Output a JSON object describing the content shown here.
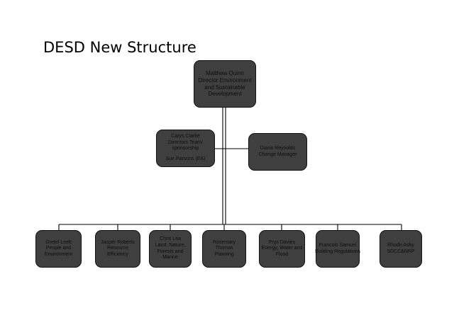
{
  "page": {
    "title": "DESD New Structure"
  },
  "colors": {
    "box_fill": "#3f3f3f",
    "box_border": "#111111",
    "text": "#0c0c0c",
    "connector": "#000000"
  },
  "director": {
    "lines": [
      "Matthew Quinn",
      "Director Environment",
      "and Sustainable",
      "Development"
    ]
  },
  "support_left": {
    "lines": [
      "Carys Clarke",
      "Directors Team/",
      "sponsorship"
    ],
    "ea_line": "Sue Parsons (EA)"
  },
  "support_right": {
    "lines": [
      "Diana Reynolds",
      "Change Manager"
    ]
  },
  "teams": [
    {
      "lines": [
        "Gretel Leeb",
        "People and",
        "Environment"
      ]
    },
    {
      "lines": [
        "Jasper Roberts",
        "Resource",
        "Efficiency"
      ]
    },
    {
      "lines": [
        "Chris Lea",
        "Land, Nature,",
        "Forests and",
        "Marine"
      ]
    },
    {
      "lines": [
        "Rosemary",
        "Thomas",
        "Planning"
      ]
    },
    {
      "lines": [
        "Prys Davies",
        "Energy, Water and",
        "Flood"
      ]
    },
    {
      "lines": [
        "Francois Samuel",
        "Building Regulations"
      ]
    },
    {
      "lines": [
        "Rhodri Asby",
        "SDCC&NRP"
      ]
    }
  ]
}
